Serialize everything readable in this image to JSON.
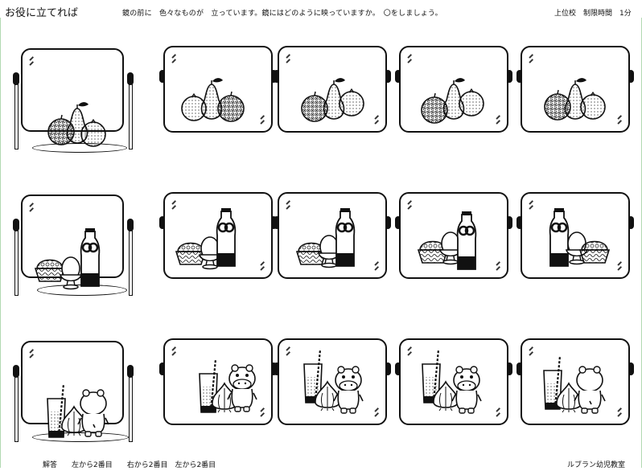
{
  "header": {
    "title": "お役に立てれば",
    "instruction": "鏡の前に　色々なものが　立っています。鏡にはどのように映っていますか。　〇をしましょう。",
    "level": "上位校　制限時間　1分"
  },
  "footer": {
    "answer": "解答　　左から2番目　　右から2番目　左から2番目",
    "brand": "ルブラン幼児教室"
  },
  "rows": [
    {
      "id": "fruits",
      "choices": 4
    },
    {
      "id": "drinks",
      "choices": 4
    },
    {
      "id": "hippo",
      "choices": 4
    }
  ],
  "colors": {
    "ink": "#111111",
    "rule": "#7fbf7f"
  }
}
